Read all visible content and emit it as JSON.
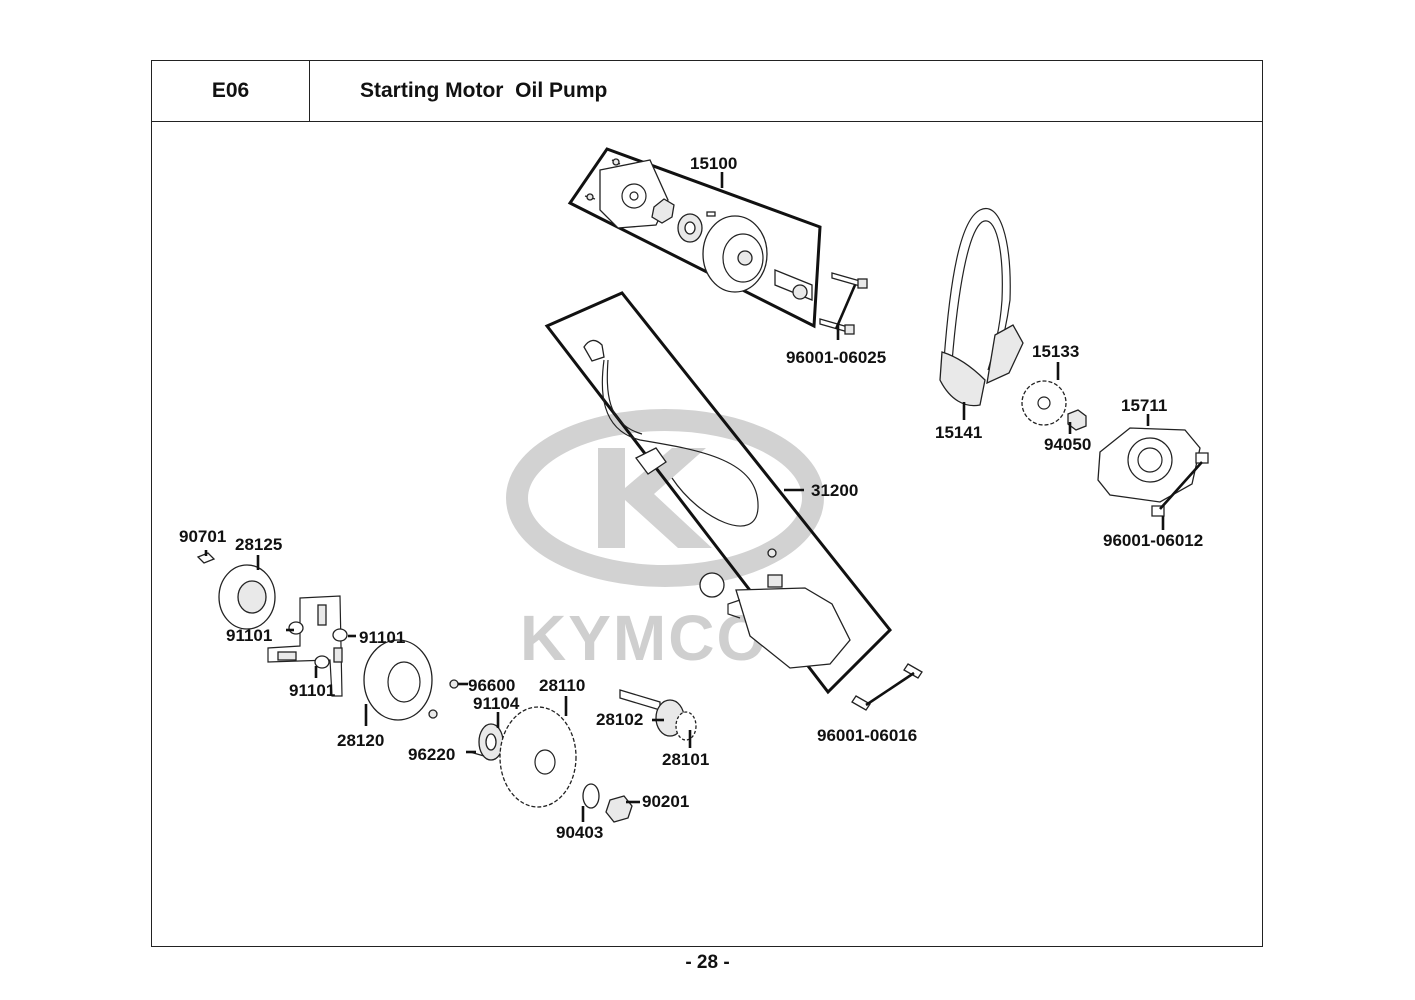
{
  "header": {
    "section_code": "E06",
    "title": "Starting Motor  Oil Pump"
  },
  "footer": {
    "page_number": "- 28 -"
  },
  "watermark": {
    "brand": "KYMCO",
    "color": "#cfcfcf"
  },
  "parts": {
    "p15100": "15100",
    "p96001_06025": "96001-06025",
    "p31200": "31200",
    "p15133": "15133",
    "p15141": "15141",
    "p15711": "15711",
    "p94050": "94050",
    "p96001_06012": "96001-06012",
    "p90701": "90701",
    "p28125": "28125",
    "p91101_a": "91101",
    "p91101_b": "91101",
    "p91101_c": "91101",
    "p96600": "96600",
    "p91104": "91104",
    "p28110": "28110",
    "p28102": "28102",
    "p28120": "28120",
    "p96220": "96220",
    "p28101": "28101",
    "p96001_06016": "96001-06016",
    "p90201": "90201",
    "p90403": "90403"
  }
}
